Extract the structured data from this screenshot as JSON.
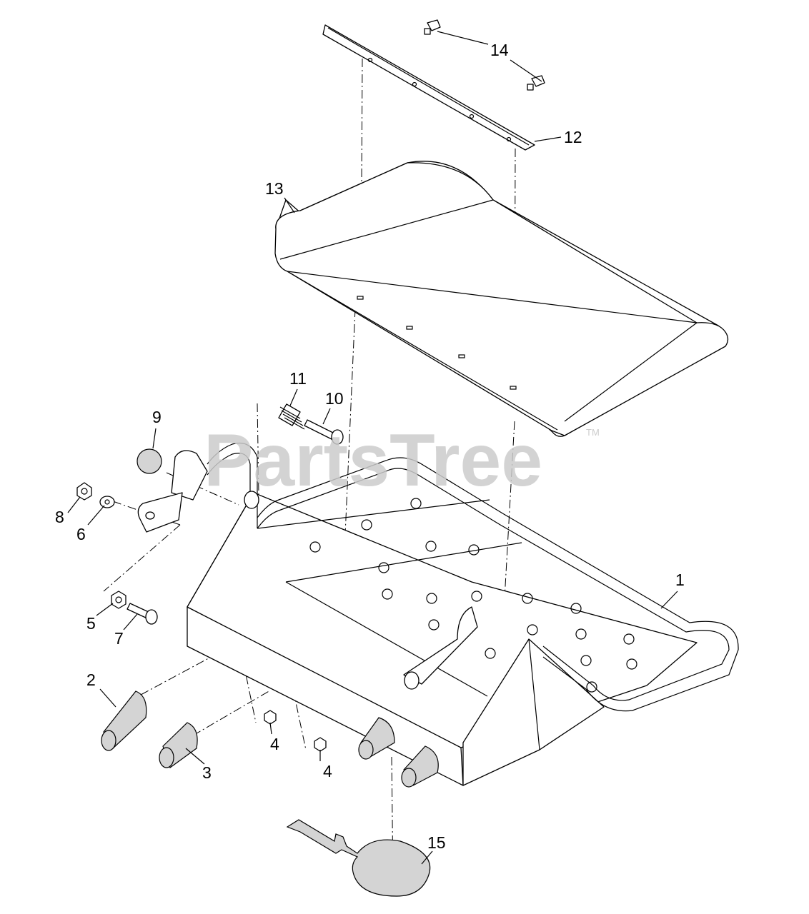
{
  "watermark": {
    "text": "PartsTree",
    "trademark": "TM"
  },
  "callouts": [
    {
      "id": "1",
      "label": "1"
    },
    {
      "id": "2",
      "label": "2"
    },
    {
      "id": "3",
      "label": "3"
    },
    {
      "id": "4a",
      "label": "4"
    },
    {
      "id": "4b",
      "label": "4"
    },
    {
      "id": "5",
      "label": "5"
    },
    {
      "id": "6",
      "label": "6"
    },
    {
      "id": "7",
      "label": "7"
    },
    {
      "id": "8",
      "label": "8"
    },
    {
      "id": "9",
      "label": "9"
    },
    {
      "id": "10",
      "label": "10"
    },
    {
      "id": "11",
      "label": "11"
    },
    {
      "id": "12",
      "label": "12"
    },
    {
      "id": "13",
      "label": "13"
    },
    {
      "id": "14",
      "label": "14"
    },
    {
      "id": "15",
      "label": "15"
    }
  ]
}
